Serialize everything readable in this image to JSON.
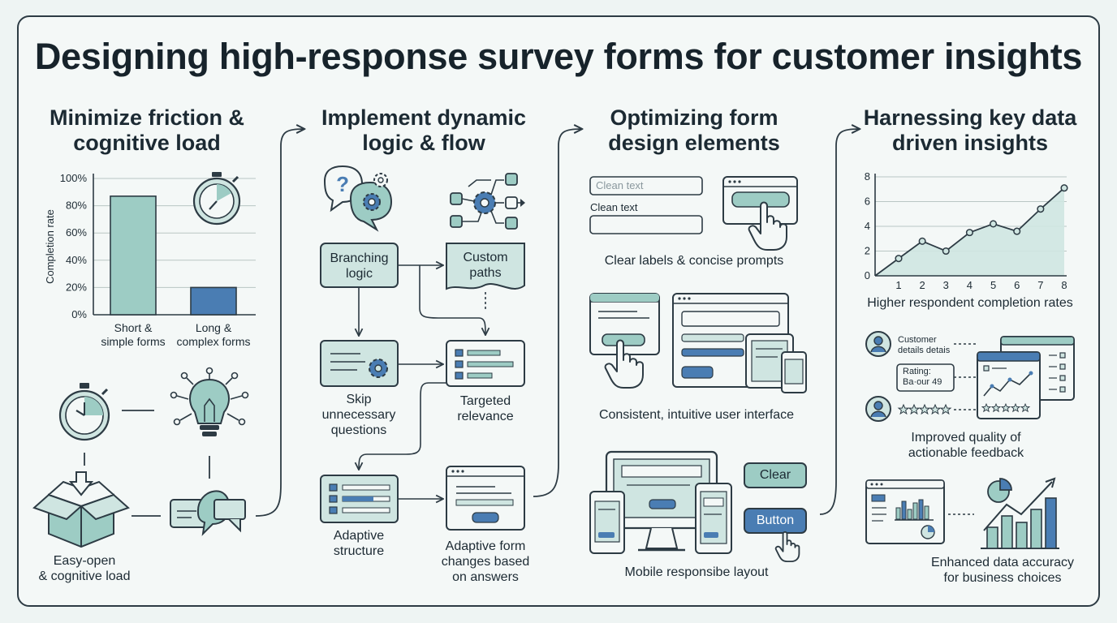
{
  "title": "Designing high-response survey forms for customer insights",
  "colors": {
    "background": "#eef4f3",
    "ink": "#2d3b44",
    "teal": "#9dccc4",
    "teal_light": "#cfe5e1",
    "blue": "#4a7db3"
  },
  "columns": [
    {
      "heading_line1": "Minimize friction &",
      "heading_line2": "cognitive load",
      "bottom_label_line1": "Easy-open",
      "bottom_label_line2": "& cognitive load",
      "icons": [
        "stopwatch-icon",
        "lightbulb-icon",
        "open-box-icon",
        "person-chat-icon"
      ]
    },
    {
      "heading_line1": "Implement dynamic",
      "heading_line2": "logic & flow",
      "nodes": {
        "branching_1": "Branching",
        "branching_2": "logic",
        "custom_1": "Custom",
        "custom_2": "paths",
        "skip_1": "Skip",
        "skip_2": "unnecessary",
        "skip_3": "questions",
        "targeted_1": "Targeted",
        "targeted_2": "relevance",
        "adaptive_structure_1": "Adaptive",
        "adaptive_structure_2": "structure",
        "adaptive_form_1": "Adaptive form",
        "adaptive_form_2": "changes based",
        "adaptive_form_3": "on answers"
      }
    },
    {
      "heading_line1": "Optimizing form",
      "heading_line2": "design elements",
      "field_placeholder": "Clean text",
      "field_label": "Clean text",
      "caption_1": "Clear labels & concise prompts",
      "caption_2": "Consistent, intuitive user interface",
      "caption_3": "Mobile responsibe layout",
      "button_clear": "Clear",
      "button_button": "Button"
    },
    {
      "heading_line1": "Harnessing key data",
      "heading_line2": "driven insights",
      "caption_1": "Higher respondent completion rates",
      "customer_line1": "Customer",
      "customer_line2": "details detais",
      "rating_line1": "Rating:",
      "rating_line2": "Ba·our 49",
      "caption_2_line1": "Improved quality of",
      "caption_2_line2": "actionable feedback",
      "caption_3_line1": "Enhanced data accuracy",
      "caption_3_line2": "for business choices"
    }
  ],
  "chart_data": [
    {
      "type": "bar",
      "ylabel": "Completion rate",
      "y_ticks": [
        "0%",
        "20%",
        "40%",
        "60%",
        "80%",
        "100%"
      ],
      "ylim": [
        0,
        100
      ],
      "categories": [
        "Short & simple forms",
        "Long & complex forms"
      ],
      "category_lines": [
        [
          "Short &",
          "simple forms"
        ],
        [
          "Long &",
          "complex forms"
        ]
      ],
      "values": [
        87,
        20
      ],
      "bar_colors": [
        "#9dccc4",
        "#4a7db3"
      ],
      "grid": true
    },
    {
      "type": "line",
      "x": [
        1,
        2,
        3,
        4,
        5,
        6,
        7,
        8
      ],
      "y_ticks": [
        "0",
        "2",
        "4",
        "6",
        "8"
      ],
      "ylim": [
        0,
        8
      ],
      "values": [
        1.4,
        2.8,
        2.0,
        3.5,
        4.2,
        3.6,
        5.4,
        7.1
      ],
      "grid": true,
      "area_fill": "#cfe5e1",
      "line_color": "#2d3b44"
    }
  ]
}
